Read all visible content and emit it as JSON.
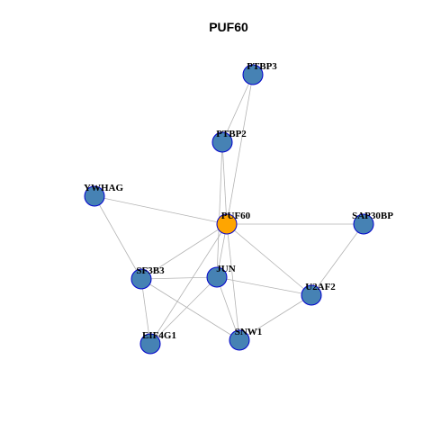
{
  "title": "PUF60",
  "colors": {
    "node_fill": "#4682B4",
    "node_border": "#0000CD",
    "center_fill": "#FFA500",
    "center_border": "#0000CD",
    "edge": "#B3B3B3"
  },
  "nodes": [
    {
      "id": "PTBP3",
      "label": "PTBP3"
    },
    {
      "id": "PTBP2",
      "label": "PTBP2"
    },
    {
      "id": "YWHAG",
      "label": "YWHAG"
    },
    {
      "id": "PUF60",
      "label": "PUF60",
      "center": true
    },
    {
      "id": "SAP30BP",
      "label": "SAP30BP"
    },
    {
      "id": "SF3B3",
      "label": "SF3B3"
    },
    {
      "id": "JUN",
      "label": "JUN"
    },
    {
      "id": "U2AF2",
      "label": "U2AF2"
    },
    {
      "id": "EIF4G1",
      "label": "EIF4G1"
    },
    {
      "id": "SNW1",
      "label": "SNW1"
    }
  ],
  "edges": [
    [
      "PTBP3",
      "PTBP2"
    ],
    [
      "PTBP3",
      "PUF60"
    ],
    [
      "PTBP2",
      "PUF60"
    ],
    [
      "PTBP2",
      "JUN"
    ],
    [
      "YWHAG",
      "PUF60"
    ],
    [
      "YWHAG",
      "SF3B3"
    ],
    [
      "PUF60",
      "SAP30BP"
    ],
    [
      "PUF60",
      "SF3B3"
    ],
    [
      "PUF60",
      "JUN"
    ],
    [
      "PUF60",
      "U2AF2"
    ],
    [
      "PUF60",
      "EIF4G1"
    ],
    [
      "PUF60",
      "SNW1"
    ],
    [
      "SAP30BP",
      "U2AF2"
    ],
    [
      "SF3B3",
      "JUN"
    ],
    [
      "SF3B3",
      "EIF4G1"
    ],
    [
      "SF3B3",
      "SNW1"
    ],
    [
      "JUN",
      "U2AF2"
    ],
    [
      "JUN",
      "EIF4G1"
    ],
    [
      "JUN",
      "SNW1"
    ],
    [
      "U2AF2",
      "SNW1"
    ]
  ]
}
